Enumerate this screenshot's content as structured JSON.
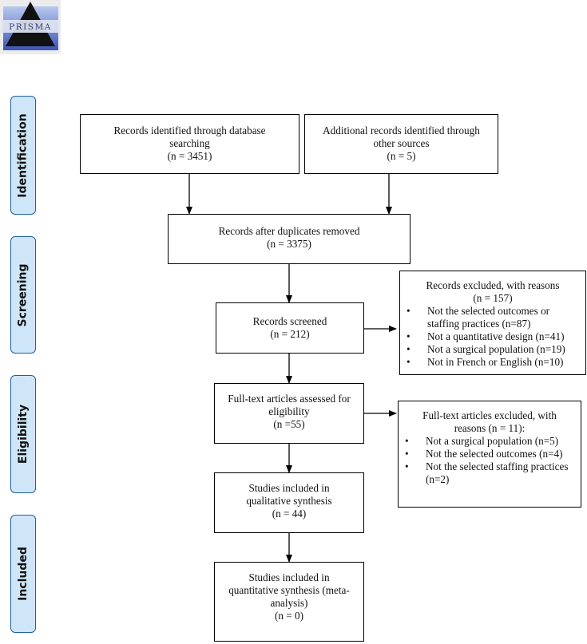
{
  "logo": {
    "text": "PRISMA"
  },
  "stages": {
    "identification": "Identification",
    "screening": "Screening",
    "eligibility": "Eligibility",
    "included": "Included"
  },
  "boxes": {
    "database": {
      "line1": "Records identified through database",
      "line2": "searching",
      "line3": "(n = 3451)"
    },
    "other": {
      "line1": "Additional records identified through",
      "line2": "other sources",
      "line3": "(n = 5)"
    },
    "duplicates": {
      "line1": "Records after duplicates removed",
      "line2": "(n = 3375)"
    },
    "screened": {
      "line1": "Records screened",
      "line2": "(n = 212)"
    },
    "fulltext": {
      "line1": "Full-text articles assessed for",
      "line2": "eligibility",
      "line3": "(n =55)"
    },
    "qualitative": {
      "line1": "Studies included in",
      "line2": "qualitative synthesis",
      "line3": "(n = 44)"
    },
    "quantitative": {
      "line1": "Studies included in",
      "line2": "quantitative synthesis (meta-",
      "line3": "analysis)",
      "line4": "(n = 0)"
    }
  },
  "excluded_records": {
    "head1": "Records excluded, with reasons",
    "head2": "(n = 157)",
    "items": [
      {
        "line1": "Not the selected outcomes or",
        "line2": "staffing practices (n=87)"
      },
      {
        "line1": "Not a quantitative design (n=41)"
      },
      {
        "line1": "Not a surgical population (n=19)"
      },
      {
        "line1": "Not in French or English (n=10)"
      }
    ]
  },
  "excluded_fulltext": {
    "head1": "Full-text articles excluded, with",
    "head2": "reasons (n = 11):",
    "items": [
      {
        "line1": "Not a surgical population (n=5)"
      },
      {
        "line1": "Not the selected outcomes (n=4)"
      },
      {
        "line1": "Not the selected staffing practices",
        "line2": "(n=2)"
      }
    ]
  }
}
